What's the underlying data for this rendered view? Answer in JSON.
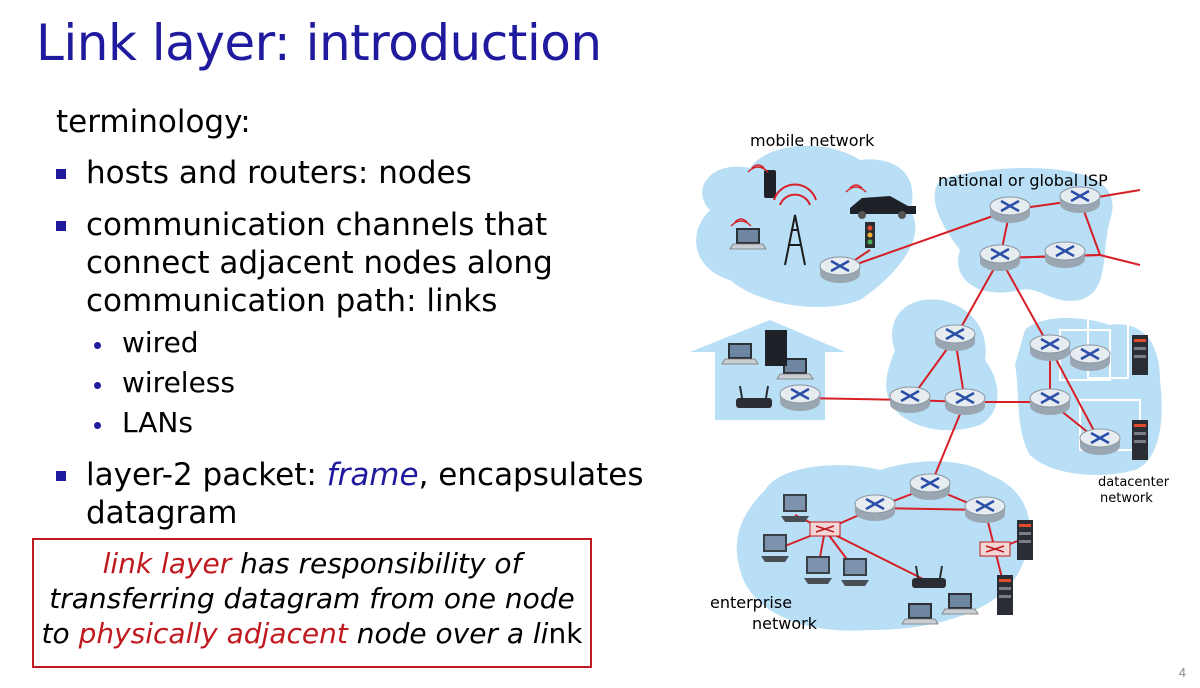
{
  "slide": {
    "title": "Link layer: introduction",
    "terminology_label": "terminology:",
    "bullets": [
      "hosts and routers: nodes",
      "communication channels that connect adjacent nodes along communication path: links"
    ],
    "sub_bullets": [
      "wired",
      "wireless",
      "LANs"
    ],
    "frame_bullet": {
      "prefix": "layer-2 packet: ",
      "emph": "frame",
      "suffix": ", encapsulates",
      "line2": "datagram"
    },
    "callout": {
      "line1_red": "link layer",
      "line1_rest": " has responsibility of",
      "line2": "transferring datagram from one node",
      "line3_start": "to ",
      "line3_red": "physically adjacent",
      "line3_rest": " node over a li",
      "line3_end": "nk"
    },
    "page_number": "4"
  },
  "diagram": {
    "labels": {
      "mobile": "mobile network",
      "isp": "national or global ISP",
      "datacenter_1": "datacenter",
      "datacenter_2": "network",
      "enterprise_1": "enterprise",
      "enterprise_2": "network"
    },
    "colors": {
      "cloud": "#b8dff5",
      "link": "#d61f26",
      "router": "#dde3ea"
    }
  }
}
